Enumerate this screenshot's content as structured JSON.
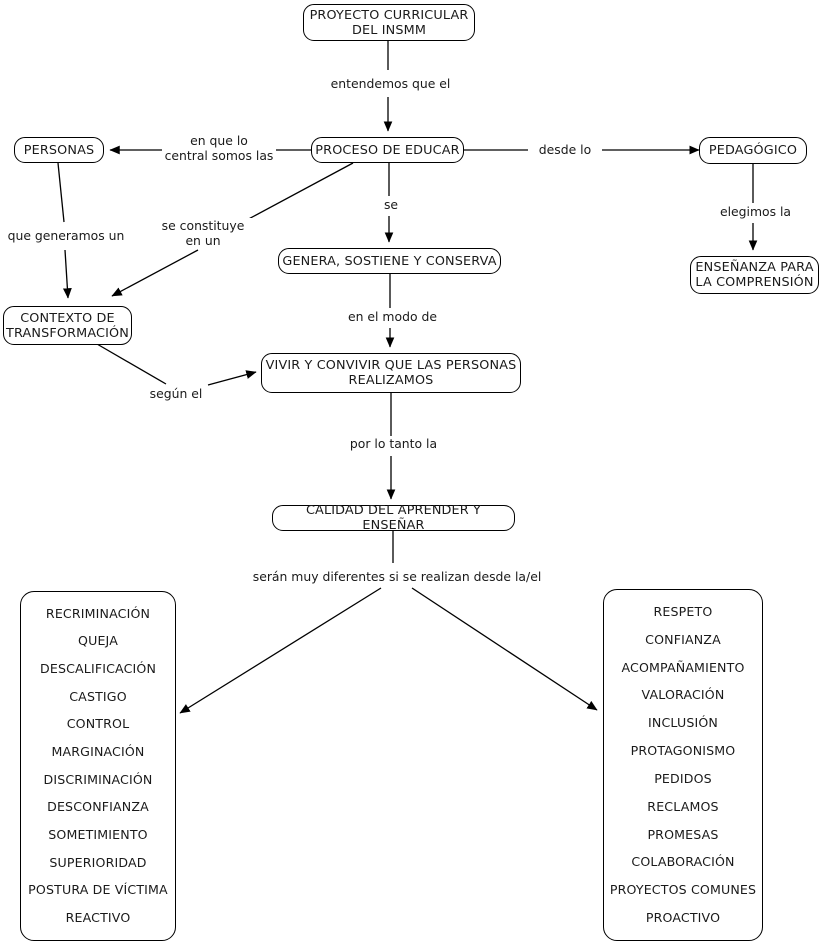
{
  "diagram": {
    "title": "PROYECTO CURRICULAR DEL INSMM",
    "nodes": {
      "root": "PROYECTO CURRICULAR\nDEL INSMM",
      "personas": "PERSONAS",
      "proceso": "PROCESO DE EDUCAR",
      "pedagogico": "PEDAGÓGICO",
      "contexto": "CONTEXTO DE\nTRANSFORMACIÓN",
      "genera": "GENERA, SOSTIENE Y CONSERVA",
      "ensenanza": "ENSEÑANZA PARA\nLA COMPRENSIÓN",
      "vivir": "VIVIR Y CONVIVIR QUE LAS PERSONAS\nREALIZAMOS",
      "calidad": "CALIDAD DEL APRENDER Y ENSEÑAR"
    },
    "link_labels": {
      "entendemos": "entendemos que el",
      "en_que_lo_central": "en que lo\ncentral somos las",
      "desde_lo": "desde lo",
      "que_generamos": "que generamos un",
      "se_constituye": "se constituye\nen un",
      "se": "se",
      "elegimos_la": "elegimos la",
      "en_el_modo_de": "en el modo de",
      "segun_el": "según el",
      "por_lo_tanto_la": "por lo tanto la",
      "seran_muy_diferentes": "serán muy diferentes si se realizan desde la/el"
    },
    "negative_list": {
      "items": [
        "RECRIMINACIÓN",
        "QUEJA",
        "DESCALIFICACIÓN",
        "CASTIGO",
        "CONTROL",
        "MARGINACIÓN",
        "DISCRIMINACIÓN",
        "DESCONFIANZA",
        "SOMETIMIENTO",
        "SUPERIORIDAD",
        "POSTURA DE VÍCTIMA",
        "REACTIVO"
      ]
    },
    "positive_list": {
      "items": [
        "RESPETO",
        "CONFIANZA",
        "ACOMPAÑAMIENTO",
        "VALORACIÓN",
        "INCLUSIÓN",
        "PROTAGONISMO",
        "PEDIDOS",
        "RECLAMOS",
        "PROMESAS",
        "COLABORACIÓN",
        "PROYECTOS COMUNES",
        "PROACTIVO"
      ]
    },
    "colors": {
      "stroke": "#000000",
      "text": "#1a1a1a",
      "background": "#ffffff"
    }
  }
}
